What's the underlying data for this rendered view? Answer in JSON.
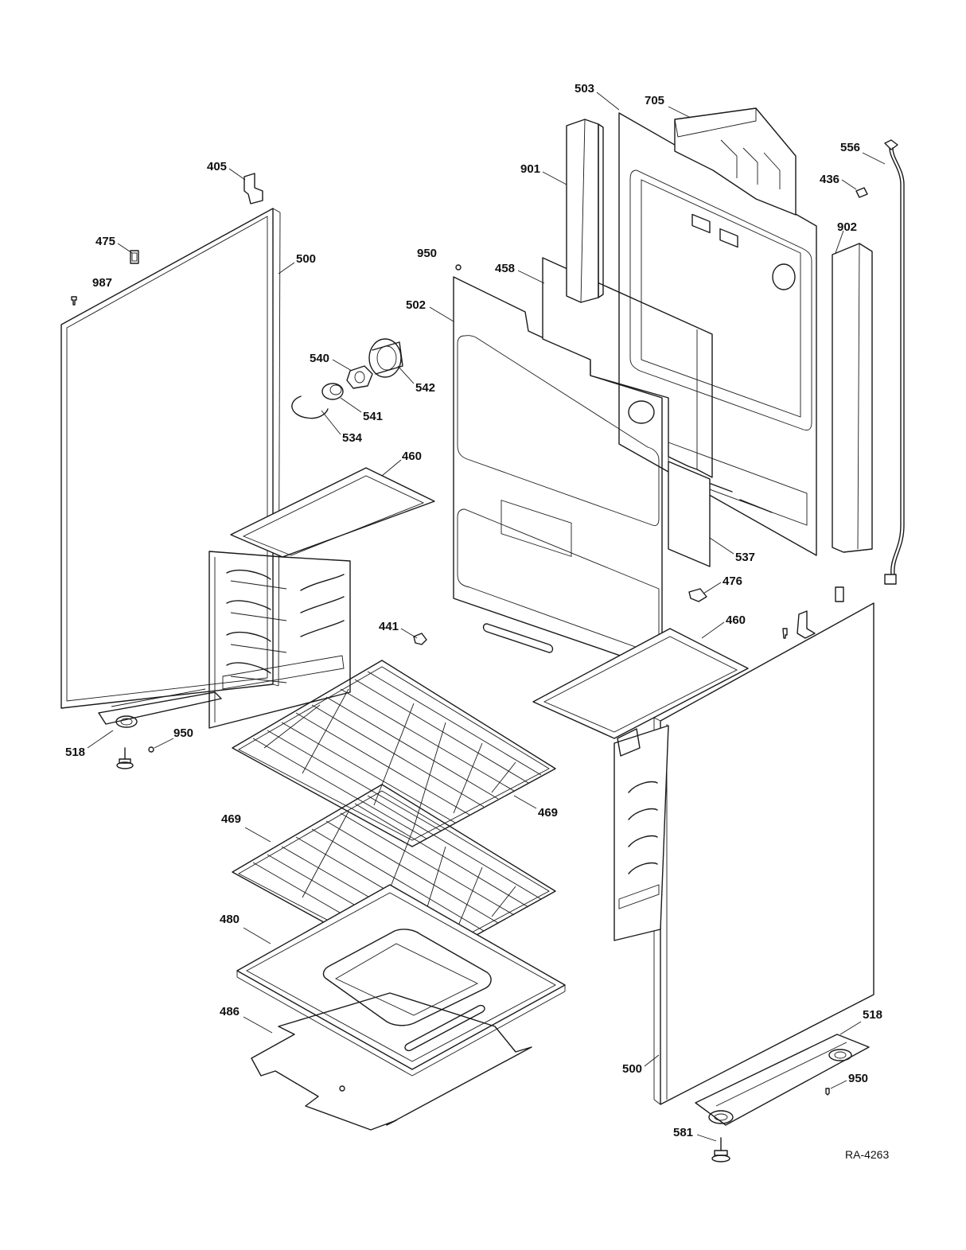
{
  "callouts": {
    "c503": "503",
    "c705": "705",
    "c556": "556",
    "c901": "901",
    "c436": "436",
    "c405": "405",
    "c902": "902",
    "c475": "475",
    "c500_top": "500",
    "c950_top": "950",
    "c458": "458",
    "c987": "987",
    "c502": "502",
    "c540": "540",
    "c542": "542",
    "c541": "541",
    "c534": "534",
    "c460_left": "460",
    "c537": "537",
    "c476": "476",
    "c460_right": "460",
    "c441": "441",
    "c518_left": "518",
    "c950_left": "950",
    "c469_right": "469",
    "c469_left": "469",
    "c480": "480",
    "c486": "486",
    "c518_right": "518",
    "c500_bottom": "500",
    "c950_right": "950",
    "c581": "581"
  },
  "drawing_ref": "RA-4263"
}
